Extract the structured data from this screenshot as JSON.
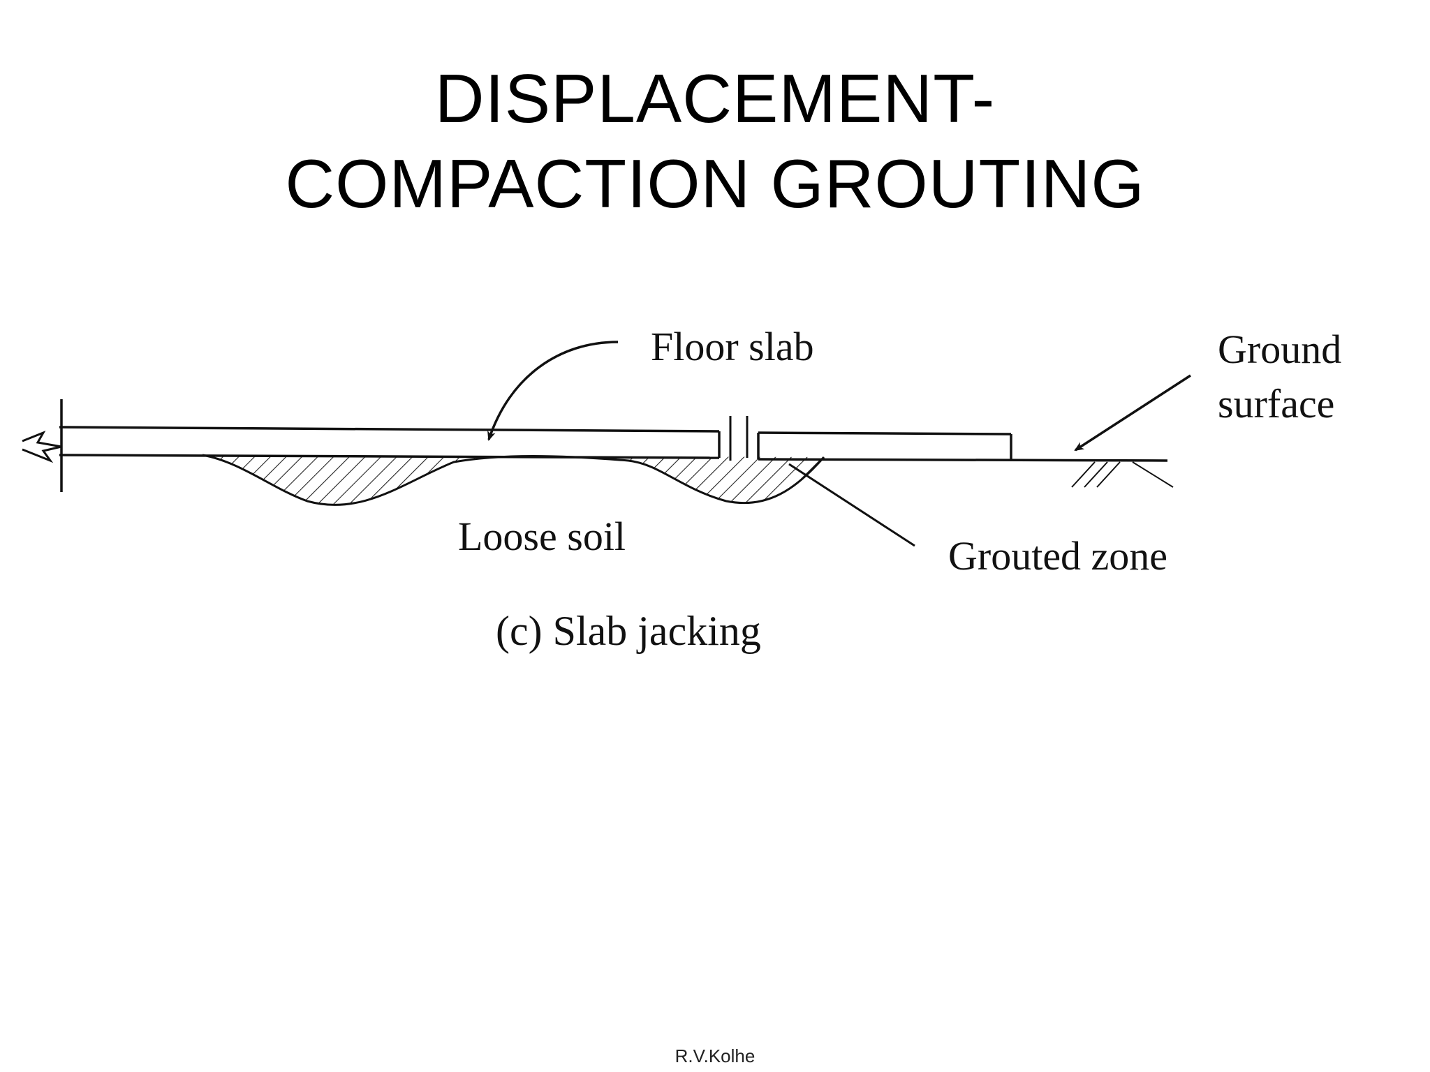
{
  "slide": {
    "title_line1": "DISPLACEMENT-",
    "title_line2": "COMPACTION GROUTING",
    "footer": "R.V.Kolhe"
  },
  "diagram": {
    "labels": {
      "floor_slab": "Floor slab",
      "ground_line1": "Ground",
      "ground_line2": "surface",
      "loose_soil": "Loose soil",
      "grouted_zone": "Grouted zone",
      "caption": "(c) Slab jacking"
    }
  }
}
